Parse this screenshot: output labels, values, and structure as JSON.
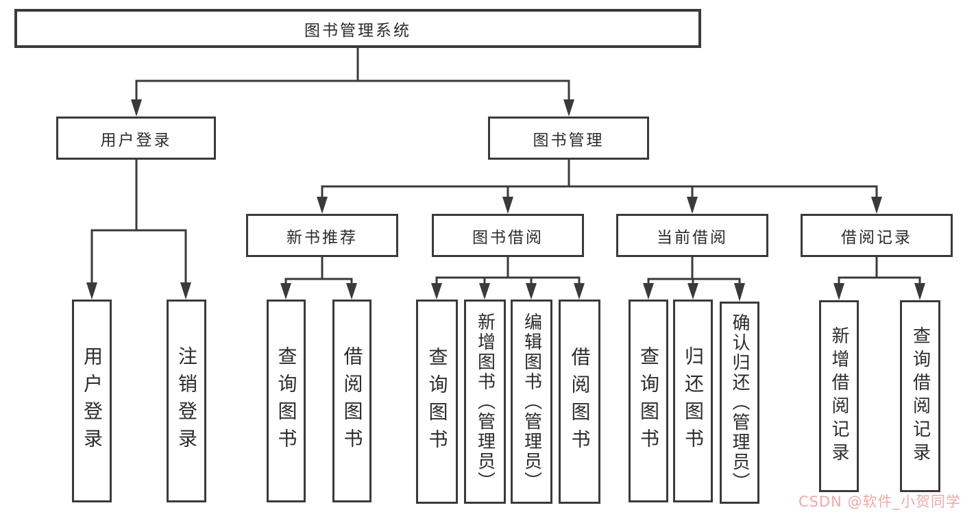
{
  "root": {
    "label": "图书管理系统"
  },
  "level2": {
    "user_login": {
      "label": "用户登录"
    },
    "book_mgmt": {
      "label": "图书管理"
    }
  },
  "user_login_children": {
    "login": {
      "label": "用户登录"
    },
    "logout": {
      "label": "注销登录"
    }
  },
  "book_mgmt_children": {
    "new_book": {
      "label": "新书推荐"
    },
    "borrowing": {
      "label": "图书借阅"
    },
    "current": {
      "label": "当前借阅"
    },
    "records": {
      "label": "借阅记录"
    }
  },
  "new_book_children": {
    "query": {
      "label": "查询图书"
    },
    "borrow": {
      "label": "借阅图书"
    }
  },
  "borrowing_children": {
    "query": {
      "label": "查询图书"
    },
    "add": {
      "label": "新增图书（管理员）"
    },
    "edit": {
      "label": "编辑图书（管理员）"
    },
    "borrow": {
      "label": "借阅图书"
    }
  },
  "current_children": {
    "query": {
      "label": "查询图书"
    },
    "return": {
      "label": "归还图书"
    },
    "confirm": {
      "label": "确认归还（管理员）"
    }
  },
  "records_children": {
    "add": {
      "label": "新增借阅记录"
    },
    "query": {
      "label": "查询借阅记录"
    }
  },
  "watermark": {
    "text": "CSDN @软件_小贺同学",
    "color": "#e85f5f"
  },
  "colors": {
    "line": "#3a3a3a",
    "box_border": "#3a3a3a",
    "text": "#2b2b2b",
    "background": "#ffffff"
  }
}
